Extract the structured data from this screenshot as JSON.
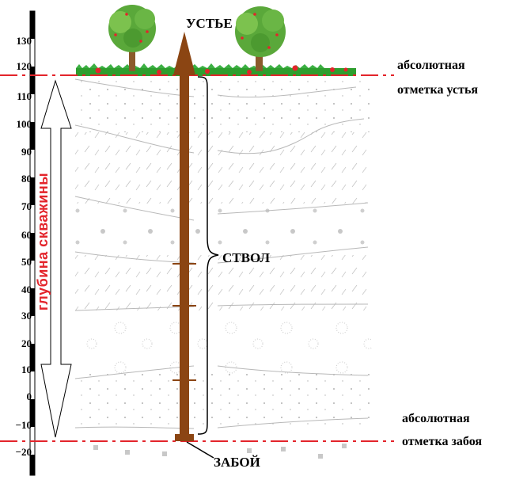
{
  "labels": {
    "wellhead": "УСТЬЕ",
    "trunk": "СТВОЛ",
    "bottom": "ЗАБОЙ",
    "wellhead_elevation": [
      "абсолютная",
      "отметка устья"
    ],
    "bottom_elevation": [
      "абсолютная",
      "отметка забоя"
    ],
    "depth": "глубина скважины"
  },
  "scale": {
    "ticks": [
      "130",
      "120",
      "110",
      "100",
      "90",
      "80",
      "70",
      "60",
      "50",
      "40",
      "30",
      "20",
      "10",
      "0",
      "−10",
      "−20"
    ]
  },
  "colors": {
    "well": "#8b4513",
    "datum_line": "#e3242b",
    "grass": "#2e9e2e",
    "strata_line": "#b8b8b8",
    "text": "#000000",
    "depth_label": "#e3242b"
  }
}
